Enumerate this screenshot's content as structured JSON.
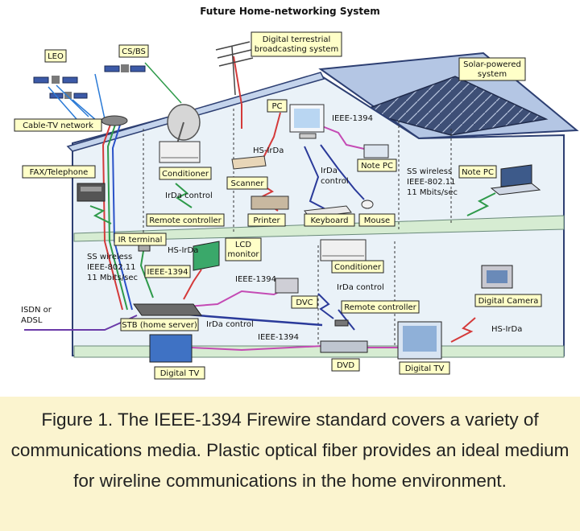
{
  "title": "Future Home-networking System",
  "labels": {
    "leo": "LEO",
    "cs_bs": "CS/BS",
    "digital_terrestrial": [
      "Digital terrestrial",
      "broadcasting system"
    ],
    "solar": [
      "Solar-powered",
      "system"
    ],
    "cable_tv": "Cable-TV network",
    "pc": "PC",
    "ieee1394_top": "IEEE-1394",
    "hs_irda_1": "HS-IrDa",
    "conditioner_1": "Conditioner",
    "scanner": "Scanner",
    "irda_control_1": [
      "IrDa",
      "control"
    ],
    "note_pc_1": "Note PC",
    "ss_wireless_right": [
      "SS wireless",
      "IEEE-802.11",
      "11 Mbits/sec"
    ],
    "note_pc_2": "Note PC",
    "fax": "FAX/Telephone",
    "irda_control_2": "IrDa control",
    "remote_1": "Remote controller",
    "printer": "Printer",
    "keyboard": "Keyboard",
    "mouse": "Mouse",
    "ir_terminal": "IR terminal",
    "hs_irda_2": "HS-IrDa",
    "lcd_monitor": [
      "LCD",
      "monitor"
    ],
    "ss_wireless_left": [
      "SS wireless",
      "IEEE-802.11",
      "11 Mbits/sec"
    ],
    "ieee1394_a": "IEEE-1394",
    "ieee1394_b": "IEEE-1394",
    "conditioner_2": "Conditioner",
    "irda_control_3": "IrDa control",
    "dvc": "DVC",
    "remote_2": "Remote controller",
    "isdn": [
      "ISDN or",
      "ADSL"
    ],
    "stb": "STB (home server)",
    "irda_control_4": "IrDa control",
    "digital_camera": "Digital Camera",
    "hs_irda_3": "HS-IrDa",
    "ieee1394_c": "IEEE-1394",
    "dvd": "DVD",
    "digital_tv_1": "Digital TV",
    "digital_tv_2": "Digital TV"
  },
  "caption": "Figure 1. The IEEE-1394 Firewire standard covers a variety of communications media. Plastic optical fiber provides an ideal medium for wireline communications in the home environment."
}
